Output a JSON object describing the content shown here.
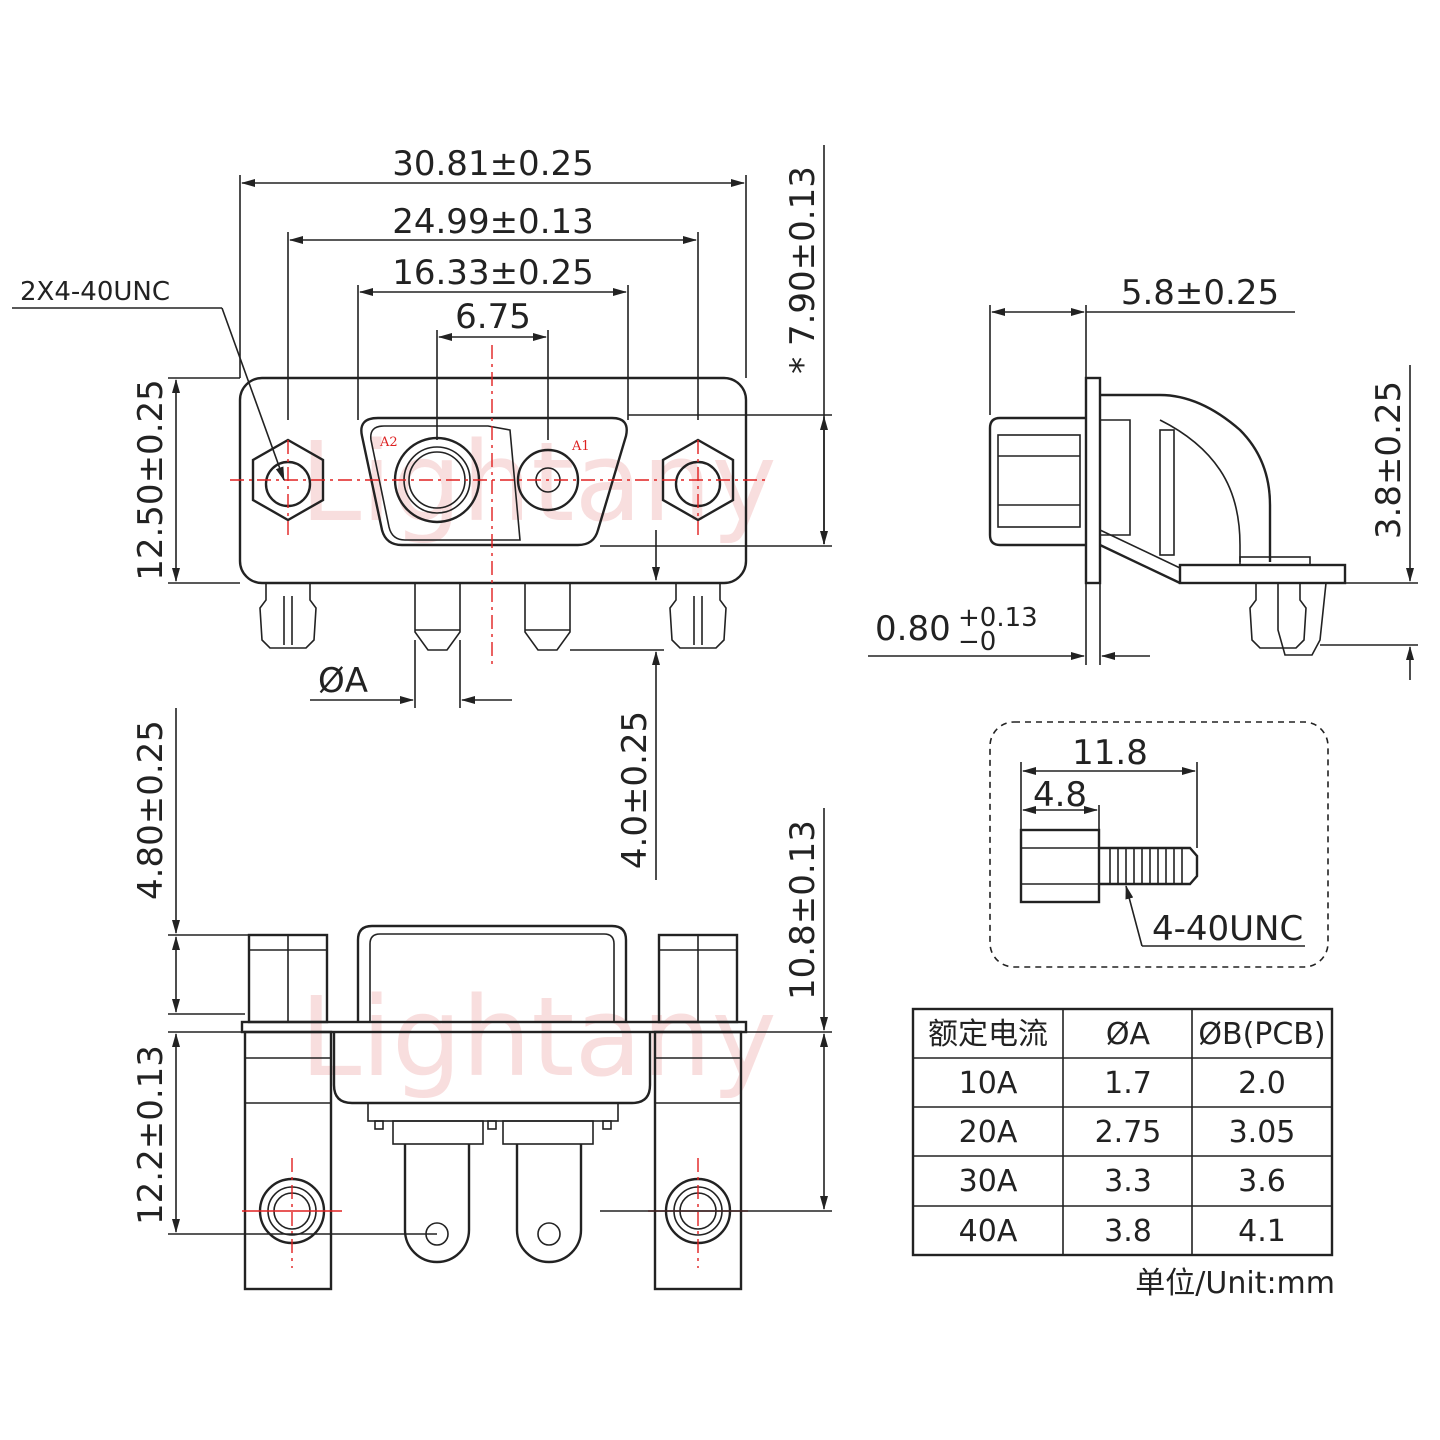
{
  "watermark": "Lightany",
  "front_view": {
    "dim_overall": "30.81±0.25",
    "dim_mount": "24.99±0.13",
    "dim_shell": "16.33±0.25",
    "dim_pitch": "6.75",
    "dim_height": "12.50±0.25",
    "dim_offset": "* 7.90±0.13",
    "dim_pin_len": "4.0±0.25",
    "thread_callout": "2X4-40UNC",
    "pin_diameter": "ØA",
    "pin_a2": "A2",
    "pin_a1": "A1"
  },
  "side_view": {
    "dim_depth": "5.8±0.25",
    "dim_standoff": "3.8±0.25",
    "dim_flange_main": "0.80",
    "dim_flange_tol_top": "+0.13",
    "dim_flange_tol_bottom": "−0"
  },
  "screw_detail": {
    "dim_total": "11.8",
    "dim_hex": "4.8",
    "thread": "4-40UNC"
  },
  "bottom_view": {
    "dim_hex_height": "4.80±0.25",
    "dim_total_height": "10.8±0.13",
    "dim_lower": "12.2±0.13"
  },
  "spec_table": {
    "headers": [
      "额定电流",
      "ØA",
      "ØB(PCB)"
    ],
    "rows": [
      [
        "10A",
        "1.7",
        "2.0"
      ],
      [
        "20A",
        "2.75",
        "3.05"
      ],
      [
        "30A",
        "3.3",
        "3.6"
      ],
      [
        "40A",
        "3.8",
        "4.1"
      ]
    ],
    "unit_note": "单位/Unit:mm"
  },
  "colors": {
    "line": "#222222",
    "centerline": "#e02020",
    "watermark": "#f4c4c4"
  }
}
